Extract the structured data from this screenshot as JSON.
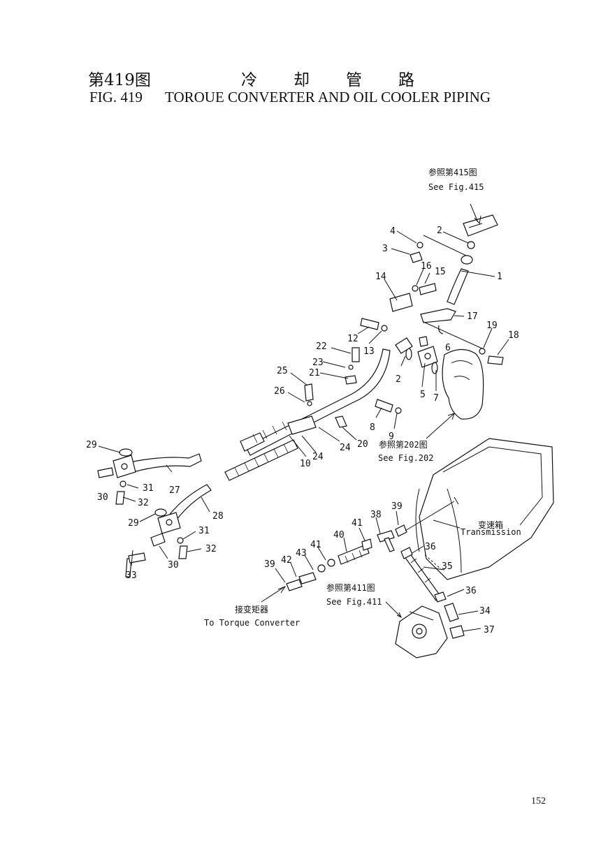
{
  "header": {
    "cn_fig_no": "第419图",
    "cn_title": "冷却管路",
    "en_fig_no": "FIG. 419",
    "en_title": "TOROUE CONVERTER AND OIL COOLER PIPING"
  },
  "references": {
    "fig415_cn": "参照第415图",
    "fig415_en": "See Fig.415",
    "fig202_cn": "参照第202图",
    "fig202_en": "See Fig.202",
    "fig411_cn": "参照第411图",
    "fig411_en": "See Fig.411",
    "transmission_cn": "变速箱",
    "transmission_en": "Transmission",
    "converter_cn": "接变矩器",
    "converter_en": "To Torque Converter"
  },
  "callouts": {
    "c1": "1",
    "c2a": "2",
    "c2b": "2",
    "c3": "3",
    "c4": "4",
    "c5": "5",
    "c6": "6",
    "c7": "7",
    "c8": "8",
    "c9": "9",
    "c10": "10",
    "c12": "12",
    "c13": "13",
    "c14": "14",
    "c15": "15",
    "c16": "16",
    "c17": "17",
    "c18": "18",
    "c19": "19",
    "c20": "20",
    "c21": "21",
    "c22": "22",
    "c23": "23",
    "c24a": "24",
    "c24b": "24",
    "c25": "25",
    "c26": "26",
    "c27": "27",
    "c28": "28",
    "c29a": "29",
    "c29b": "29",
    "c30a": "30",
    "c30b": "30",
    "c31a": "31",
    "c31b": "31",
    "c32a": "32",
    "c32b": "32",
    "c33": "33",
    "c34": "34",
    "c35": "35",
    "c36a": "36",
    "c36b": "36",
    "c37": "37",
    "c38": "38",
    "c39a": "39",
    "c39b": "39",
    "c40": "40",
    "c41a": "41",
    "c41b": "41",
    "c42": "42",
    "c43": "43"
  },
  "page_number": "152"
}
